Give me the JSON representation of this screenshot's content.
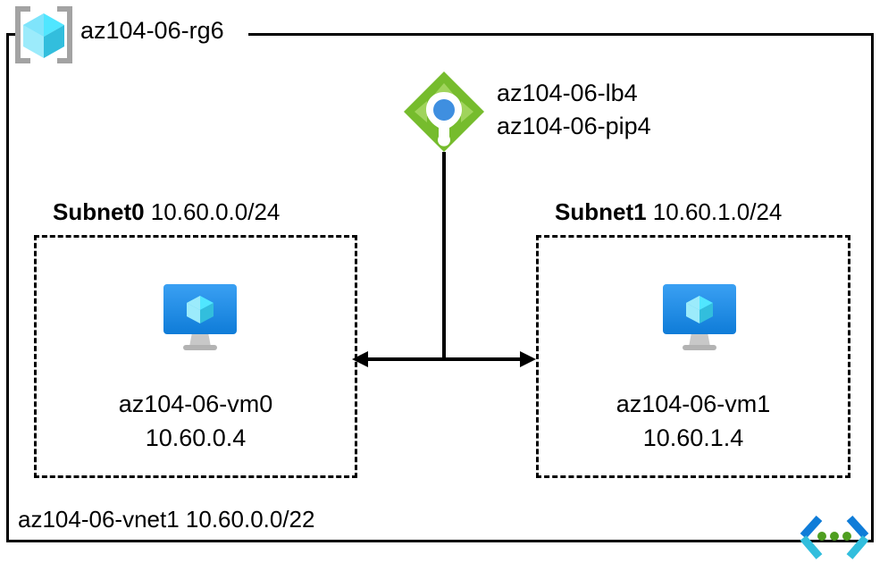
{
  "diagram": {
    "title": "az104-06-rg6",
    "resource_group": {
      "name": "az104-06-rg6",
      "icon": "resource-group-icon"
    },
    "load_balancer": {
      "icon": "load-balancer-icon",
      "lb_name": "az104-06-lb4",
      "pip_name": "az104-06-pip4"
    },
    "subnets": [
      {
        "name": "Subnet0",
        "cidr": "10.60.0.0/24",
        "vm": {
          "icon": "virtual-machine-icon",
          "name": "az104-06-vm0",
          "ip": "10.60.0.4"
        }
      },
      {
        "name": "Subnet1",
        "cidr": "10.60.1.0/24",
        "vm": {
          "icon": "virtual-machine-icon",
          "name": "az104-06-vm1",
          "ip": "10.60.1.4"
        }
      }
    ],
    "vnet": {
      "label": "az104-06-vnet1 10.60.0.0/22",
      "icon": "virtual-network-icon"
    },
    "connector": {
      "name": "subnet-peering-arrow",
      "style": "double-headed-arrow"
    },
    "colors": {
      "line": "#000000",
      "background": "#ffffff",
      "load_balancer_diamond": "#76bc2d",
      "load_balancer_arrows": "#a0d45c",
      "load_balancer_center": "#3f8fe0",
      "vm_monitor_top": "#3aa0f3",
      "vm_monitor_bottom": "#0f7cd8",
      "vm_cube": "#9cebfb",
      "vm_stand": "#b3b3b3",
      "rg_cube_light": "#9cebfb",
      "rg_cube_mid": "#50e6ff",
      "rg_cube_dark": "#32bedd",
      "rg_bracket": "#a3a3a3",
      "vnet_bracket_blue": "#0f7cd8",
      "vnet_bracket_cyan": "#32bedd",
      "vnet_dot": "#4f9e20"
    }
  }
}
